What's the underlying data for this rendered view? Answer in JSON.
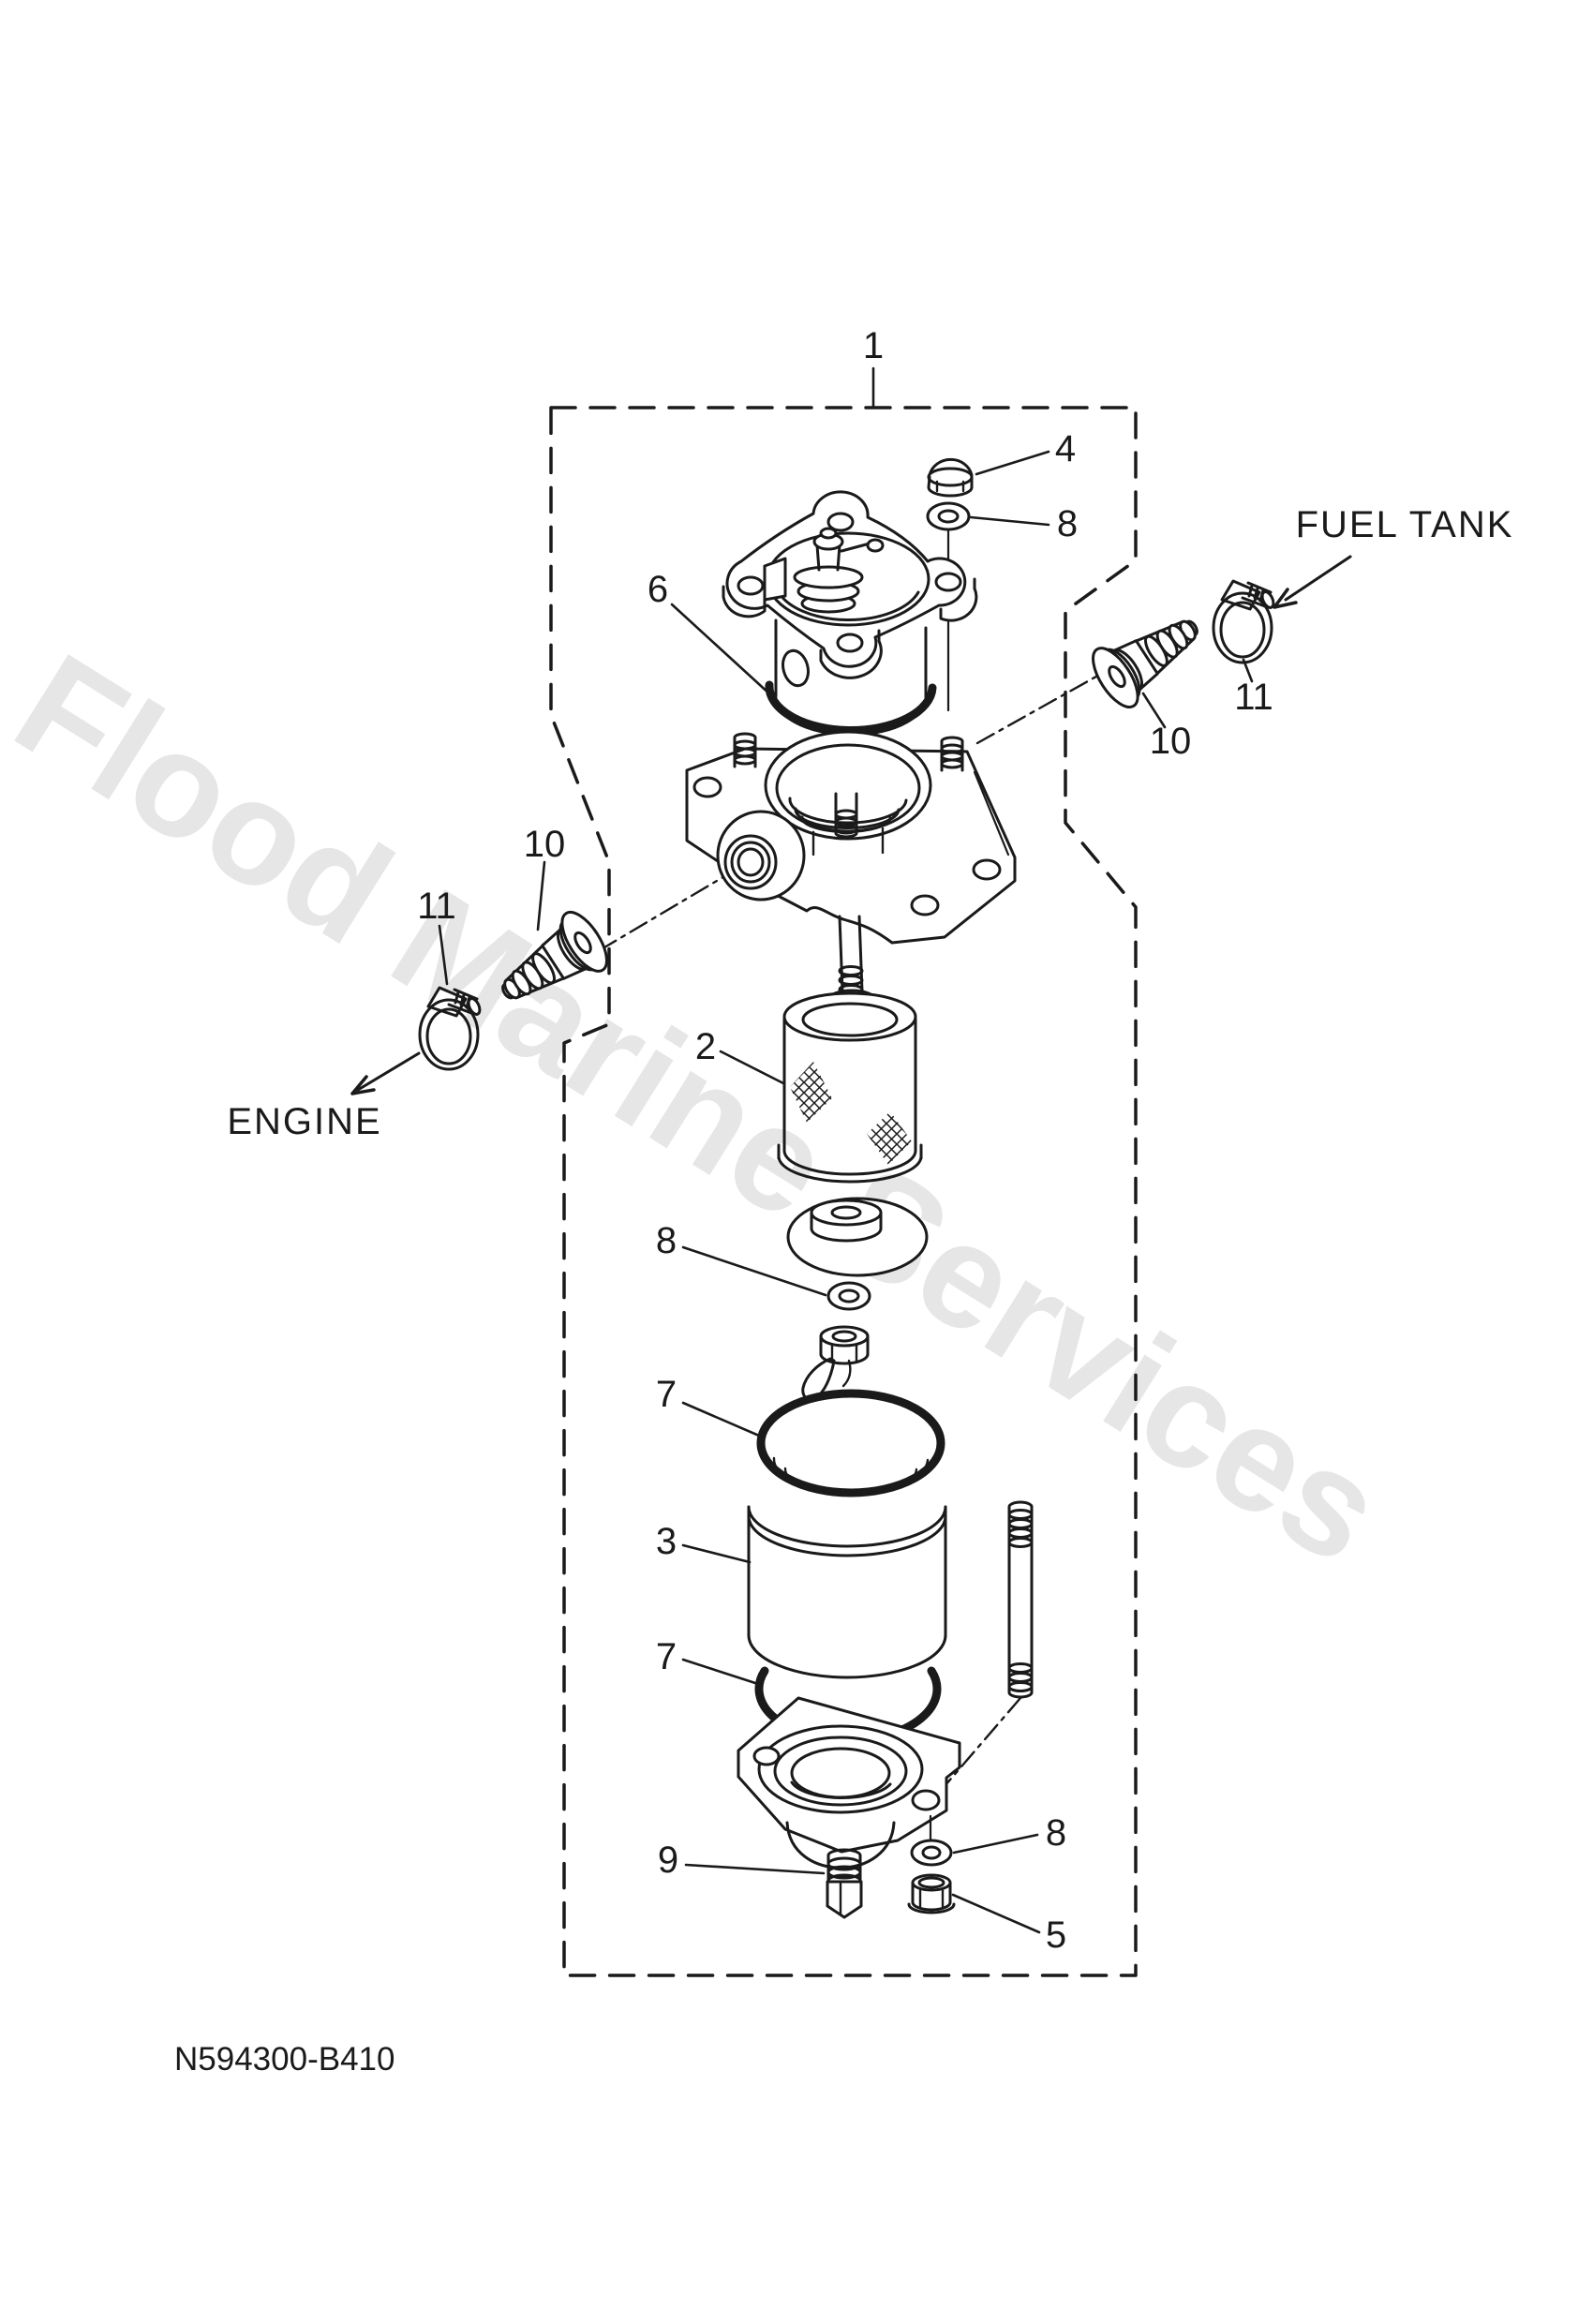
{
  "page": {
    "background": "#ffffff",
    "line_color": "#1a1a1a"
  },
  "watermark": {
    "text": "Flood Marine Services",
    "color": "#e6e6e6"
  },
  "drawing_number": "N594300-B410",
  "connection_labels": {
    "fuel_tank": "FUEL TANK",
    "engine": "ENGINE"
  },
  "callouts": {
    "c1": "1",
    "c2": "2",
    "c3": "3",
    "c4": "4",
    "c5": "5",
    "c6": "6",
    "c7_upper": "7",
    "c7_lower": "7",
    "c8_top": "8",
    "c8_mid": "8",
    "c8_bottom": "8",
    "c9": "9",
    "c10_fuel": "10",
    "c10_engine": "10",
    "c11_fuel": "11",
    "c11_engine": "11"
  }
}
